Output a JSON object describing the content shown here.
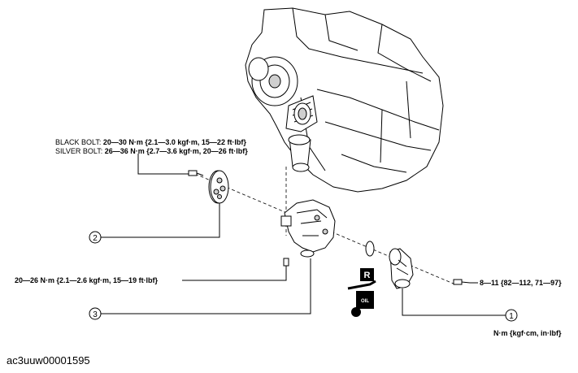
{
  "torques": {
    "black_bolt_label": "BLACK BOLT:",
    "black_bolt_value": "20—30 N·m {2.1—3.0 kgf·m, 15—22 ft·lbf}",
    "silver_bolt_label": "SILVER BOLT:",
    "silver_bolt_value": "26—36 N·m {2.7—3.6 kgf·m, 20—26 ft·lbf}",
    "housing_bolt": "20—26 N·m {2.1—2.6 kgf·m, 15—19 ft·lbf}",
    "small_bolt": "8—11 {82—112, 71—97}"
  },
  "callouts": {
    "one": "1",
    "two": "2",
    "three": "3"
  },
  "symbols": {
    "replace": "R",
    "oil": "OIL"
  },
  "units_note": "N·m {kgf·cm, in·lbf}",
  "caption": "ac3uuw00001595"
}
